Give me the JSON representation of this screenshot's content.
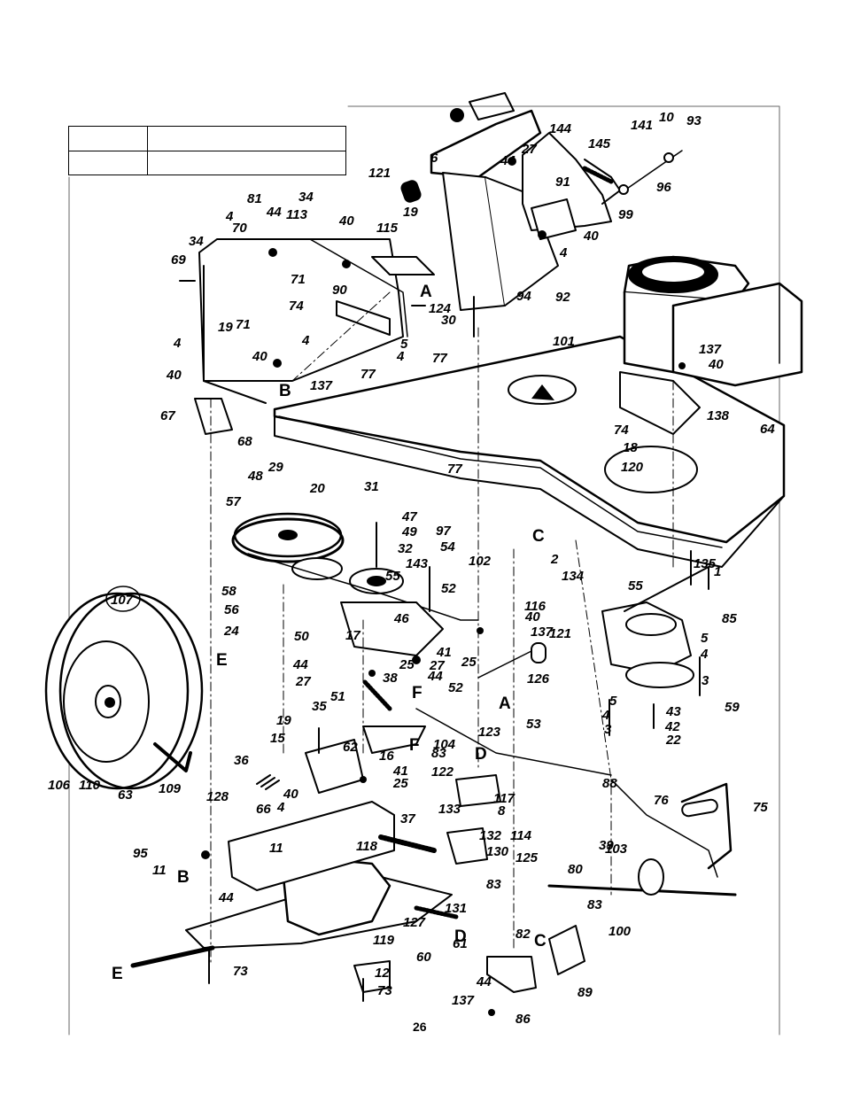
{
  "page_number": "26",
  "header_table": {
    "rows": [
      [
        "",
        ""
      ],
      [
        "",
        ""
      ]
    ]
  },
  "reference_letters": [
    "A",
    "B",
    "C",
    "D",
    "E",
    "F"
  ],
  "part_labels": [
    "1",
    "2",
    "3",
    "4",
    "5",
    "6",
    "8",
    "10",
    "11",
    "12",
    "15",
    "16",
    "17",
    "18",
    "19",
    "20",
    "22",
    "24",
    "25",
    "27",
    "29",
    "30",
    "31",
    "32",
    "34",
    "35",
    "36",
    "37",
    "38",
    "39",
    "40",
    "41",
    "42",
    "43",
    "44",
    "46",
    "47",
    "48",
    "49",
    "50",
    "51",
    "52",
    "53",
    "54",
    "55",
    "56",
    "57",
    "58",
    "59",
    "60",
    "61",
    "62",
    "63",
    "64",
    "66",
    "67",
    "68",
    "69",
    "70",
    "71",
    "73",
    "74",
    "75",
    "76",
    "77",
    "80",
    "81",
    "82",
    "83",
    "85",
    "86",
    "88",
    "89",
    "90",
    "91",
    "92",
    "93",
    "94",
    "95",
    "96",
    "97",
    "99",
    "100",
    "101",
    "102",
    "103",
    "104",
    "106",
    "107",
    "109",
    "110",
    "113",
    "114",
    "115",
    "116",
    "117",
    "118",
    "119",
    "120",
    "121",
    "122",
    "123",
    "124",
    "125",
    "126",
    "127",
    "128",
    "130",
    "131",
    "132",
    "133",
    "134",
    "135",
    "137",
    "138",
    "141",
    "143",
    "144",
    "145"
  ]
}
